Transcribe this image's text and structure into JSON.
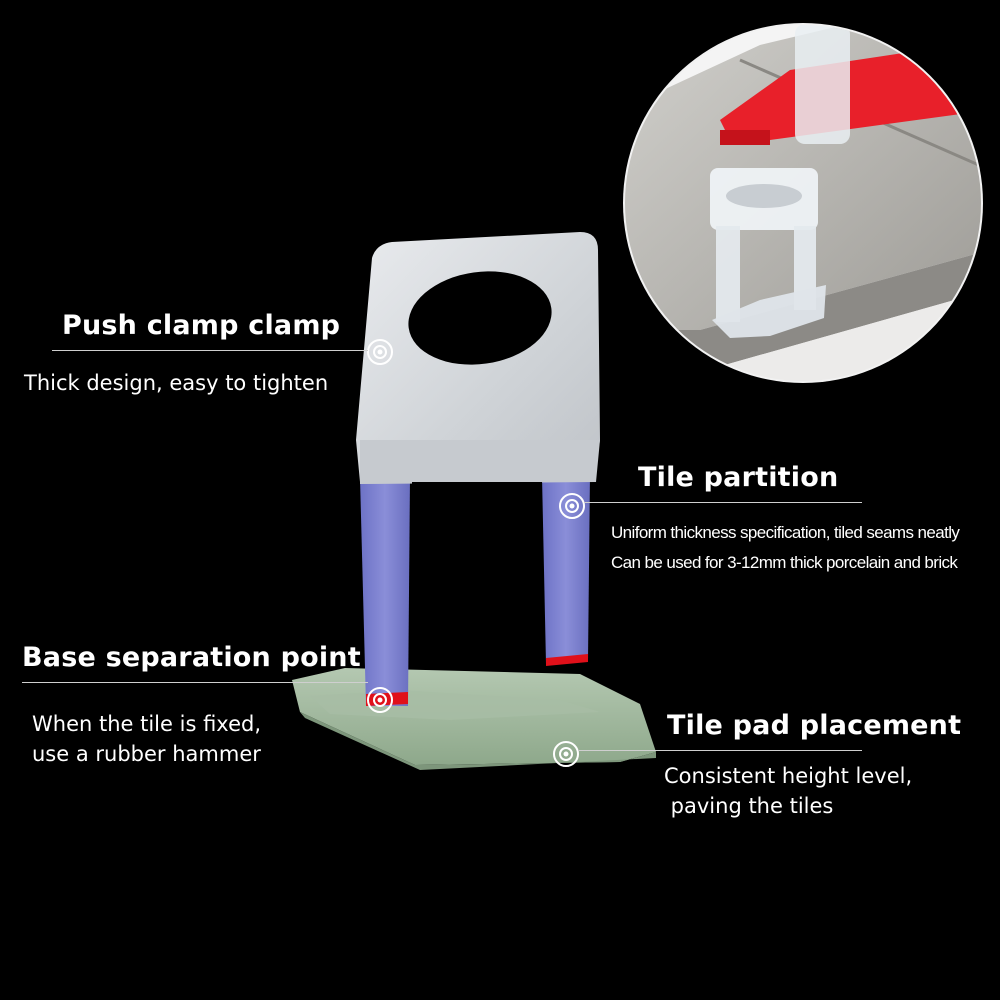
{
  "callouts": {
    "clamp": {
      "title": "Push clamp clamp",
      "lines": [
        "Thick design, easy to tighten"
      ]
    },
    "partition": {
      "title": "Tile partition",
      "lines": [
        "Uniform thickness specification, tiled seams neatly",
        "Can be used for 3-12mm thick porcelain and brick"
      ]
    },
    "base": {
      "title": "Base separation point",
      "lines": [
        "When the tile is fixed,",
        "use a rubber hammer"
      ]
    },
    "pad": {
      "title": "Tile pad placement",
      "lines": [
        "Consistent height level,",
        " paving the tiles"
      ]
    }
  },
  "colors": {
    "background": "#000000",
    "clamp_head": "#dcdfe2",
    "partition_legs": "#7c80d0",
    "base_pad": "#9fb79c",
    "separation_mark": "#e0101a",
    "wedge": "#e8202a",
    "floor_tile": "#b9b7b1"
  }
}
